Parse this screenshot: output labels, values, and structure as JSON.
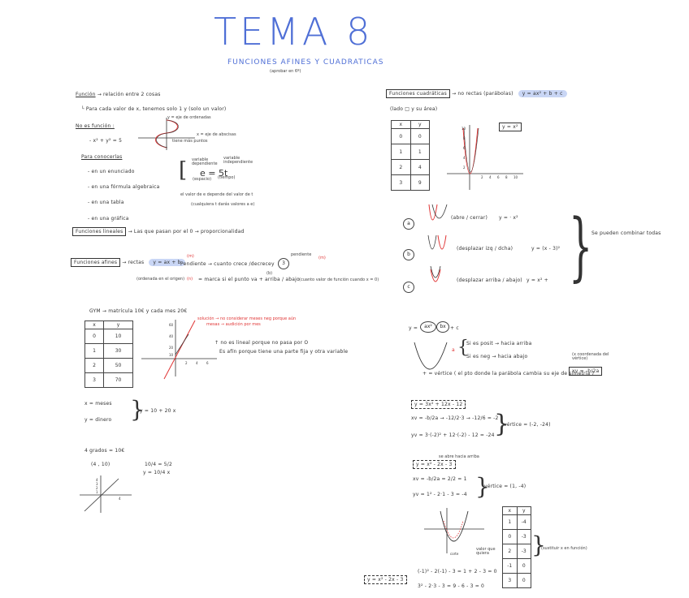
{
  "header": {
    "title": "TEMA 8",
    "subtitle": "FUNCIONES AFINES Y CUADRATICAS",
    "note": "(aprobar en 6º)"
  },
  "left": {
    "def_label": "Función",
    "def_text": "→ relación entre 2 cosas",
    "def_sub": "└ Para cada valor de x, tenemos solo 1 y (solo un valor)",
    "no_fn": "No es función :",
    "no_fn_eq": "- x² + y² = 5",
    "no_fn_axis_y": "y = eje de ordenadas",
    "no_fn_axis_x": "x = eje de abscisas",
    "no_fn_note": "tiene más puntos",
    "represent": "Para conocerlas",
    "rep_items": [
      "- en un enunciado",
      "- en una fórmula algebraica",
      "- en una tabla",
      "- en una gráfica"
    ],
    "var_dep": "variable dependiente",
    "var_indep": "variable independiente",
    "formula": "e = 5t",
    "formula_e": "(espacio)",
    "formula_t": "(tiempo)",
    "formula_note1": "el valor de e depende del valor de t",
    "formula_note2": "(cualquiera t darás valores a e)",
    "lineales_label": "Funciones lineales",
    "lineales_text": "→ Las que pasan por el 0 → proporcionalidad",
    "afines_label": "Funciones afines",
    "afines_arrow": "→ rectas",
    "afines_eq": "y = ax + b",
    "afines_m": "(m)",
    "afines_pend": "Pendiente → cuanto crece /decrece",
    "afines_pend2": "pendiente",
    "afines_pend2_m": "(m)",
    "afines_y": "y",
    "afines_b": "(b)",
    "afines_bnote": "(ordenada en el origen)",
    "afines_n": "(n)",
    "afines_marca": "= marca si el punto va + arriba / abajo",
    "afines_cuando": "(cuanto valor de función cuando x = 0)",
    "gym_text": "GYM → matrícula 10€ y cada mes 20€",
    "gym_table_head": [
      "x",
      "y"
    ],
    "gym_table_rows": [
      [
        "0",
        "10"
      ],
      [
        "1",
        "30"
      ],
      [
        "2",
        "50"
      ],
      [
        "3",
        "70"
      ]
    ],
    "gym_red1": "solución → no considerar meses neg porque aún",
    "gym_red2": "mesas → audición por mes",
    "gym_note1": "↑ no es lineal porque no pasa por O",
    "gym_note2": "Es afín porque tiene una parte fija y otra variable",
    "gym_x": "x = meses",
    "gym_y": "y = dinero",
    "gym_eq": "y = 10 + 20 x",
    "gym_yticks": [
      "60",
      "40",
      "20",
      "10"
    ],
    "gym_xticks": [
      "2",
      "4",
      "6"
    ],
    "deg_label": "4 grados = 10€",
    "deg_point": "(4 , 10)",
    "deg_f1": "10/4 = 5/2",
    "deg_f2": "y = 10/4 x",
    "small_axes_labels": [
      "4",
      "3",
      "2",
      "1",
      "4"
    ]
  },
  "right": {
    "cuad_label": "Funciones cuadráticas",
    "cuad_text": "→ no rectas (parábolas)",
    "cuad_eq": "y = ax² + b + c",
    "cuad_sub": "(lado □ y su área)",
    "cuad_table_head": [
      "x",
      "y"
    ],
    "cuad_table_rows": [
      [
        "0",
        "0"
      ],
      [
        "1",
        "1"
      ],
      [
        "2",
        "4"
      ],
      [
        "3",
        "9"
      ]
    ],
    "cuad_graph_eq": "y = x²",
    "cuad_yticks": [
      "10",
      "8",
      "6",
      "4",
      "2"
    ],
    "cuad_xticks": [
      "2",
      "4",
      "6",
      "8",
      "10"
    ],
    "types": [
      {
        "letter": "a",
        "desc": "(abre / cerrar)",
        "eq": "y = · x²"
      },
      {
        "letter": "b",
        "desc": "(desplazar izq / dcha)",
        "eq": "y = (x - 3)²"
      },
      {
        "letter": "c",
        "desc": "(desplazar arriba / abajo)",
        "eq": "y = x² + "
      }
    ],
    "combine": "Se pueden combinar todas",
    "gen_eq_prefix": "y =",
    "gen_a": "ax²",
    "gen_b": "bx",
    "gen_c": "+ c",
    "sign_pos": "Si es posit → hacia arriba",
    "sign_neg": "Si es neg → hacia abajo",
    "sign_a": "a",
    "vertex_text": "+ = vértice ( el pto donde la parábola cambia su eje de simetría )",
    "vertex_note": "(x coordenada del vértice)",
    "vertex_formula": "xv = -b/2a",
    "ex1_eq": "y = 3x² + 12x - 12",
    "ex1_xv": "xv = -b/2a → -12/2·3 → -12/6 = -2",
    "ex1_yv": "yv = 3·(-2)² + 12·(-2) - 12 = -24",
    "ex1_vertex": "vértice = (-2, -24)",
    "ex2_note": "se abre hacia arriba",
    "ex2_eq": "y = x² - 2x - 3",
    "ex2_xv": "xv = -b/2a = 2/2 = 1",
    "ex2_yv": "yv = 1² - 2·1 - 3 = -4",
    "ex2_vertex": "vértice = (1, -4)",
    "ex2_graph_label": "corte",
    "ex2_table_head": [
      "x",
      "y"
    ],
    "ex2_table_rows": [
      [
        "1",
        "-4"
      ],
      [
        "0",
        "-3"
      ],
      [
        "2",
        "-3"
      ],
      [
        "-1",
        "0"
      ],
      [
        "3",
        "0"
      ]
    ],
    "ex2_valor": "valor que quiera",
    "ex2_sust": "(sustituir x en función)",
    "ex2_check1": "(-1)² - 2(-1) - 3 = 1 + 2 - 3 = 0",
    "ex2_check2": "3² - 2·3 - 3 = 9 - 6 - 3 = 0",
    "ex2_eq_box": "y = x² - 2x - 3"
  },
  "colors": {
    "title": "#4f6fd6",
    "accent_red": "#e03535",
    "highlight": "#c9d6f5",
    "ink": "#2a2a2a"
  }
}
